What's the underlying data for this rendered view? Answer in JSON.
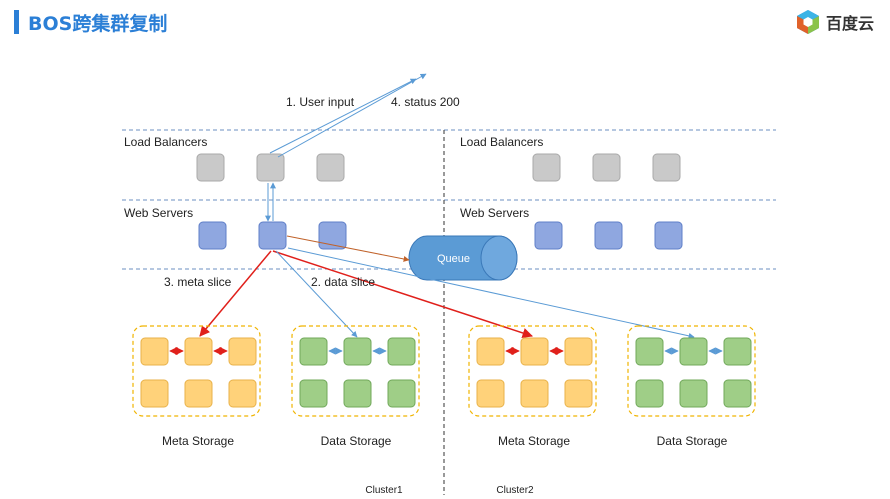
{
  "title": "BOS跨集群复制",
  "logo": {
    "text": "百度云",
    "icon": "baidu-cloud-hexagon-icon"
  },
  "steps": {
    "user_input": "1. User input",
    "status": "4. status 200",
    "meta_slice": "3. meta slice",
    "data_slice": "2. data slice"
  },
  "queue": "Queue",
  "clusters": [
    {
      "name": "Cluster1",
      "load_balancers": "Load Balancers",
      "web_servers": "Web Servers",
      "meta_storage": "Meta Storage",
      "data_storage": "Data Storage"
    },
    {
      "name": "Cluster2",
      "load_balancers": "Load Balancers",
      "web_servers": "Web Servers",
      "meta_storage": "Meta Storage",
      "data_storage": "Data Storage"
    }
  ],
  "colors": {
    "accent": "#2b7fd6",
    "load_balancer": "#c9c9c9",
    "web_server": "#8fa7e0",
    "meta_node": "#ffd27a",
    "data_node": "#9fce87",
    "queue": "#5b9bd5",
    "red_arrow": "#e0201b",
    "blue_arrow": "#5b9bd5",
    "brown_arrow": "#c0622a"
  }
}
